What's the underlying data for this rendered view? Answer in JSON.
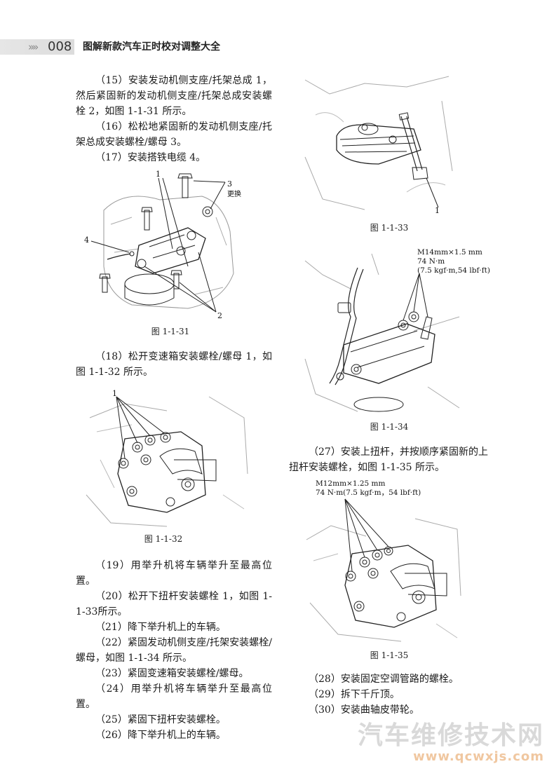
{
  "header": {
    "arrows": "»»",
    "page_number": "008",
    "book_title": "图解新款汽车正时校对调整大全"
  },
  "left_column": {
    "para1": [
      "（15）安装发动机侧支座/托架总成 1，然后紧固新的发动机侧支座/托架总成安装螺栓 2，如图 1-1-31 所示。",
      "（16）松松地紧固新的发动机侧支座/托架总成安装螺栓/螺母 3。",
      "（17）安装搭铁电缆 4。"
    ],
    "para2": [
      "（18）松开变速箱安装螺栓/螺母 1，如图 1-1-32 所示。"
    ],
    "para3": [
      "（19）用举升机将车辆举升至最高位置。",
      "（20）松开下扭杆安装螺栓 1，如图 1-1-33所示。",
      "（21）降下举升机上的车辆。",
      "（22）紧固发动机侧支座/托架安装螺栓/螺母，如图 1-1-34 所示。",
      "（23）紧固变速箱安装螺栓/螺母。",
      "（24）用举升机将车辆举升至最高位置。",
      "（25）紧固下扭杆安装螺栓。",
      "（26）降下举升机上的车辆。"
    ]
  },
  "right_column": {
    "para1": [
      "（27）安装上扭杆，并按顺序紧固新的上扭杆安装螺栓，如图 1-1-35 所示。"
    ],
    "para2": [
      "（28）安装固定空调管路的螺栓。",
      "（29）拆下千斤顶。",
      "（30）安装曲轴皮带轮。"
    ]
  },
  "figures": {
    "fig31": {
      "caption": "图 1-1-31",
      "callouts": {
        "c1": "1",
        "c2": "2",
        "c3": "3",
        "c3_note": "更换",
        "c4": "4"
      }
    },
    "fig32": {
      "caption": "图 1-1-32",
      "callouts": {
        "c1": "1"
      }
    },
    "fig33": {
      "caption": "图 1-1-33",
      "callouts": {
        "c1": "1"
      }
    },
    "fig34": {
      "caption": "图 1-1-34",
      "spec": [
        "M14mm×1.5 mm",
        "74 N·m",
        "(7.5 kgf·m,54 lbf·ft)"
      ]
    },
    "fig35": {
      "caption": "图 1-1-35",
      "spec": [
        "M12mm×1.25 mm",
        "74 N·m(7.5 kgf·m，54 lbf·ft)"
      ]
    }
  },
  "watermark": {
    "text": "汽车维修技术网",
    "url": "www.qcwxjs.com"
  }
}
